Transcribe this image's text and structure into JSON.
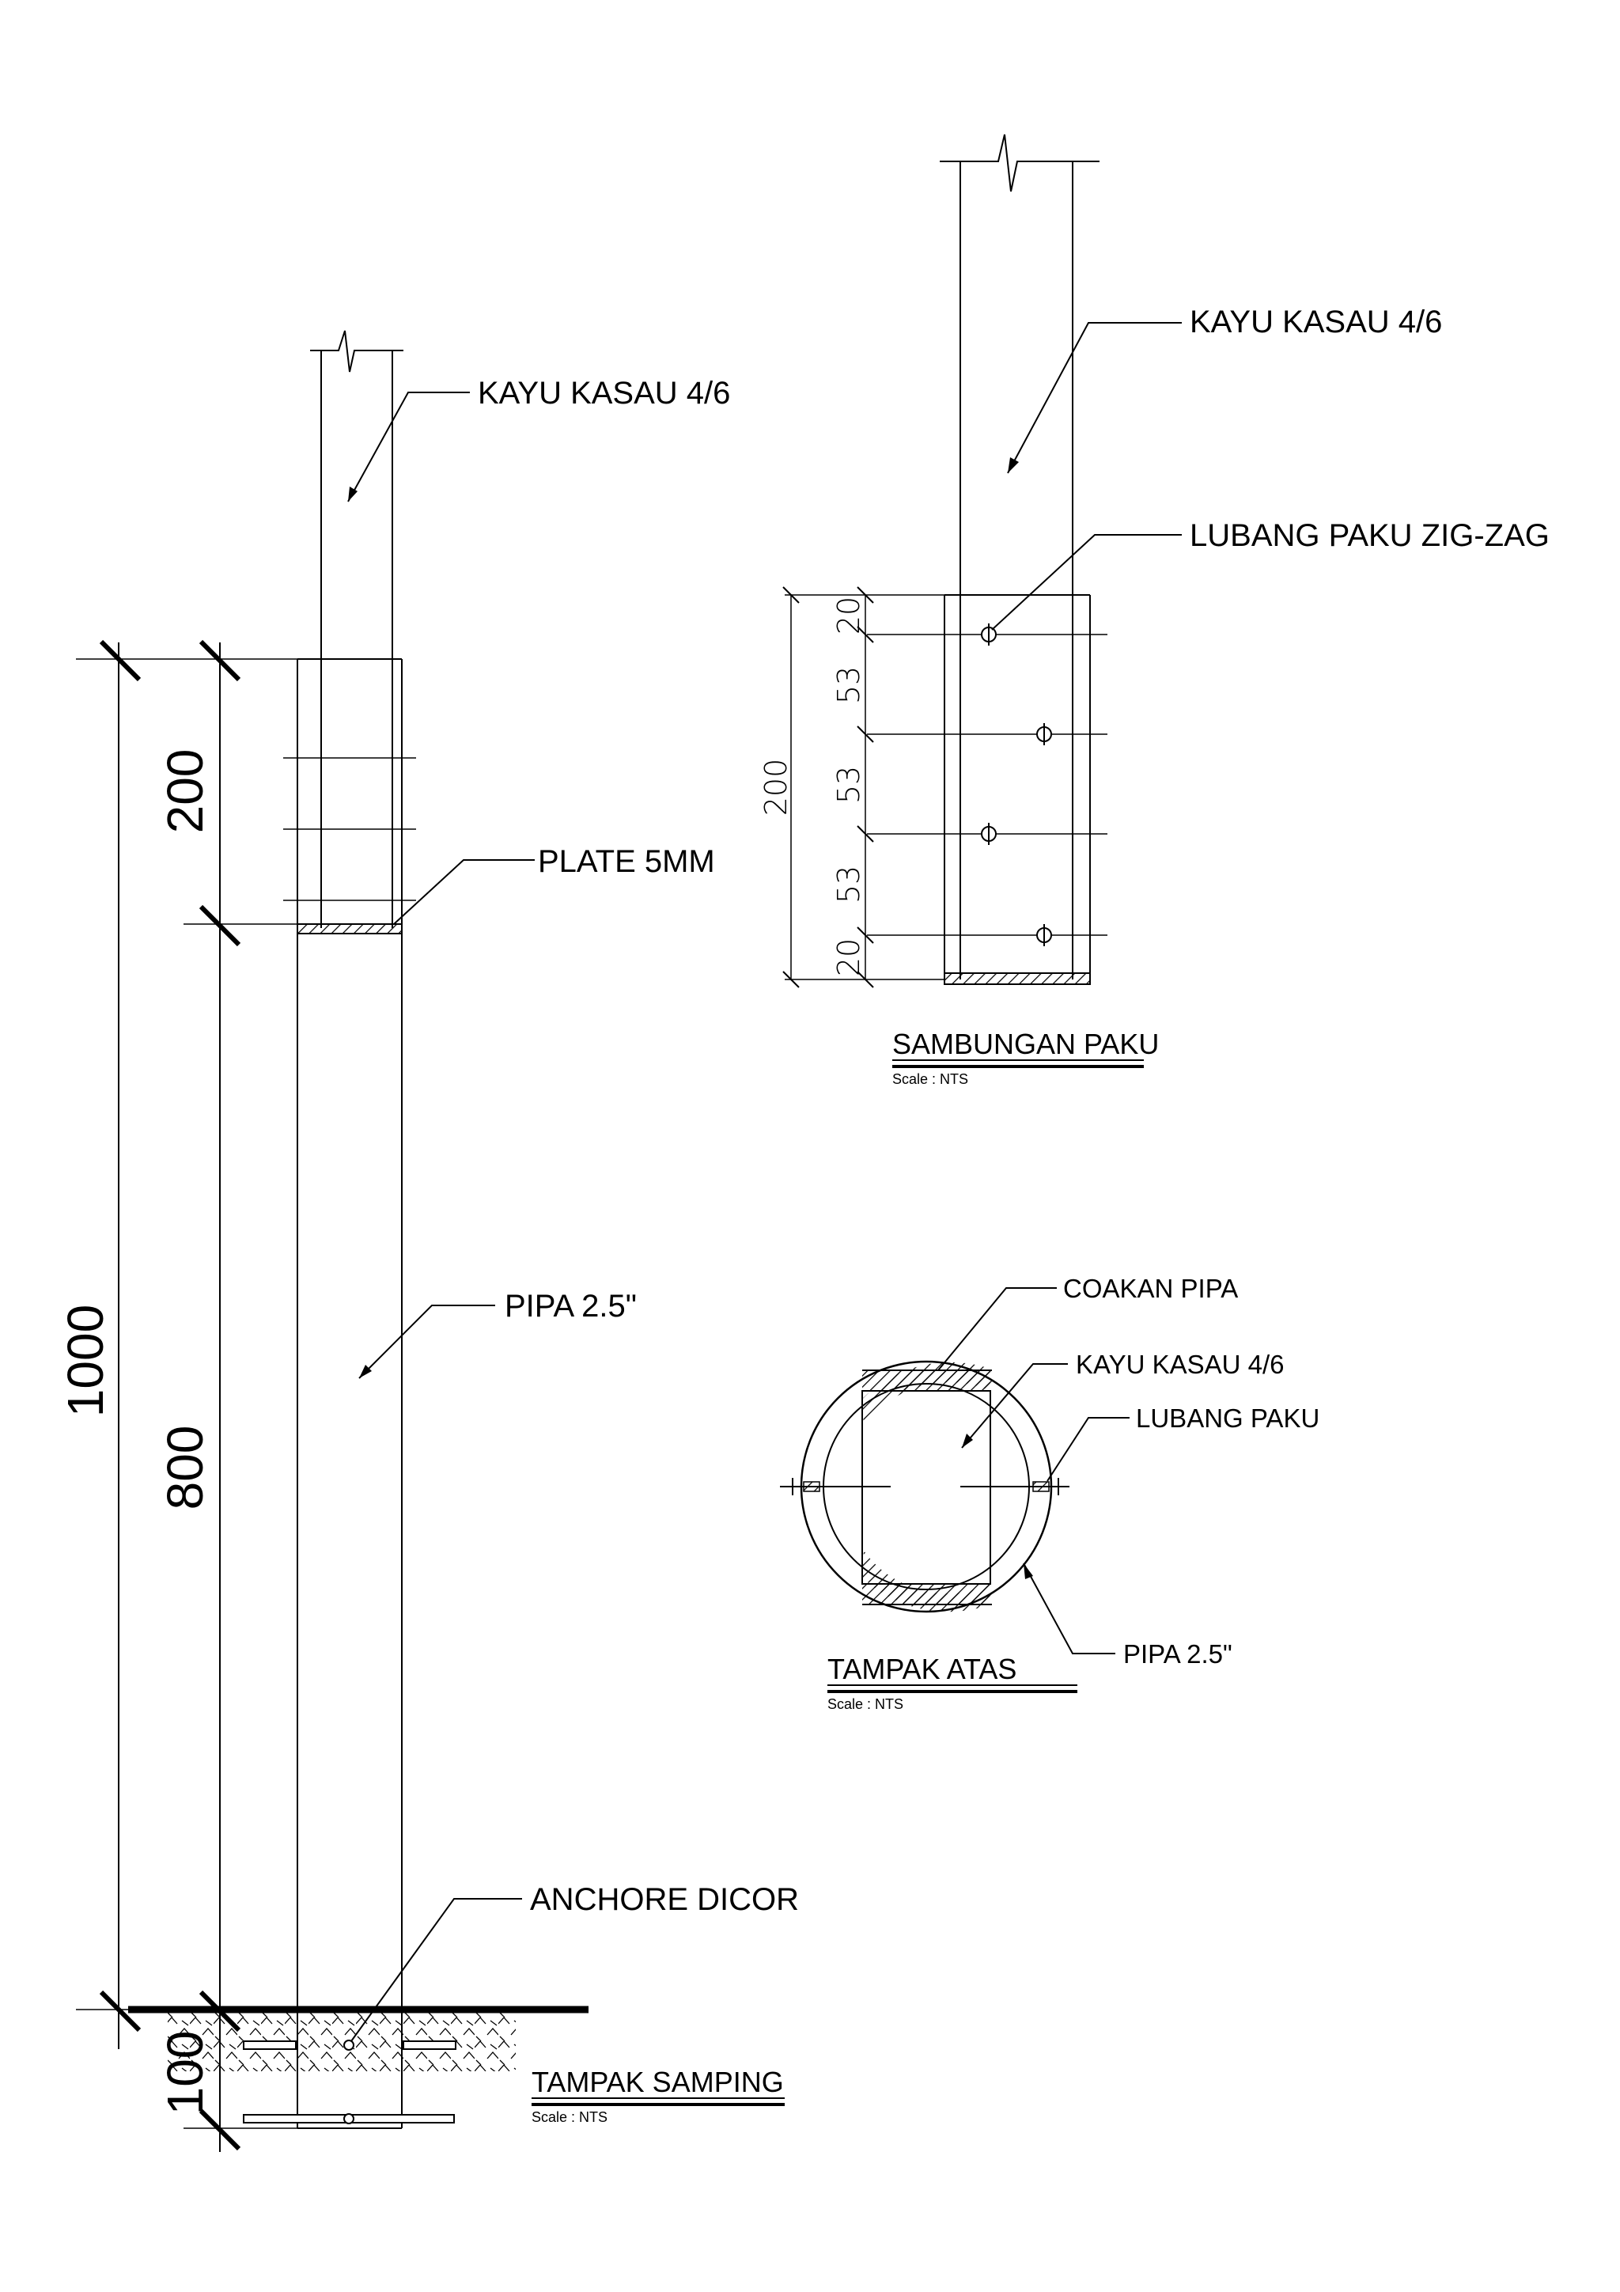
{
  "side_view": {
    "labels": {
      "kayu": "KAYU KASAU 4/6",
      "plate": "PLATE 5MM",
      "pipa": "PIPA 2.5\"",
      "anchor": "ANCHORE DICOR"
    },
    "dimensions": {
      "total": "1000",
      "upper": "200",
      "middle": "800",
      "below": "100"
    },
    "title": "TAMPAK SAMPING",
    "scale": "Scale : NTS"
  },
  "nail_joint": {
    "labels": {
      "kayu": "KAYU KASAU 4/6",
      "lubang": "LUBANG PAKU ZIG-ZAG"
    },
    "dimensions": {
      "total": "200",
      "segments": [
        "20",
        "53",
        "53",
        "53",
        "20"
      ]
    },
    "title": "SAMBUNGAN PAKU",
    "scale": "Scale : NTS"
  },
  "top_view": {
    "labels": {
      "coakan": "COAKAN PIPA",
      "kayu": "KAYU KASAU 4/6",
      "lubang": "LUBANG PAKU",
      "pipa": "PIPA 2.5\""
    },
    "title": "TAMPAK ATAS",
    "scale": "Scale : NTS"
  }
}
